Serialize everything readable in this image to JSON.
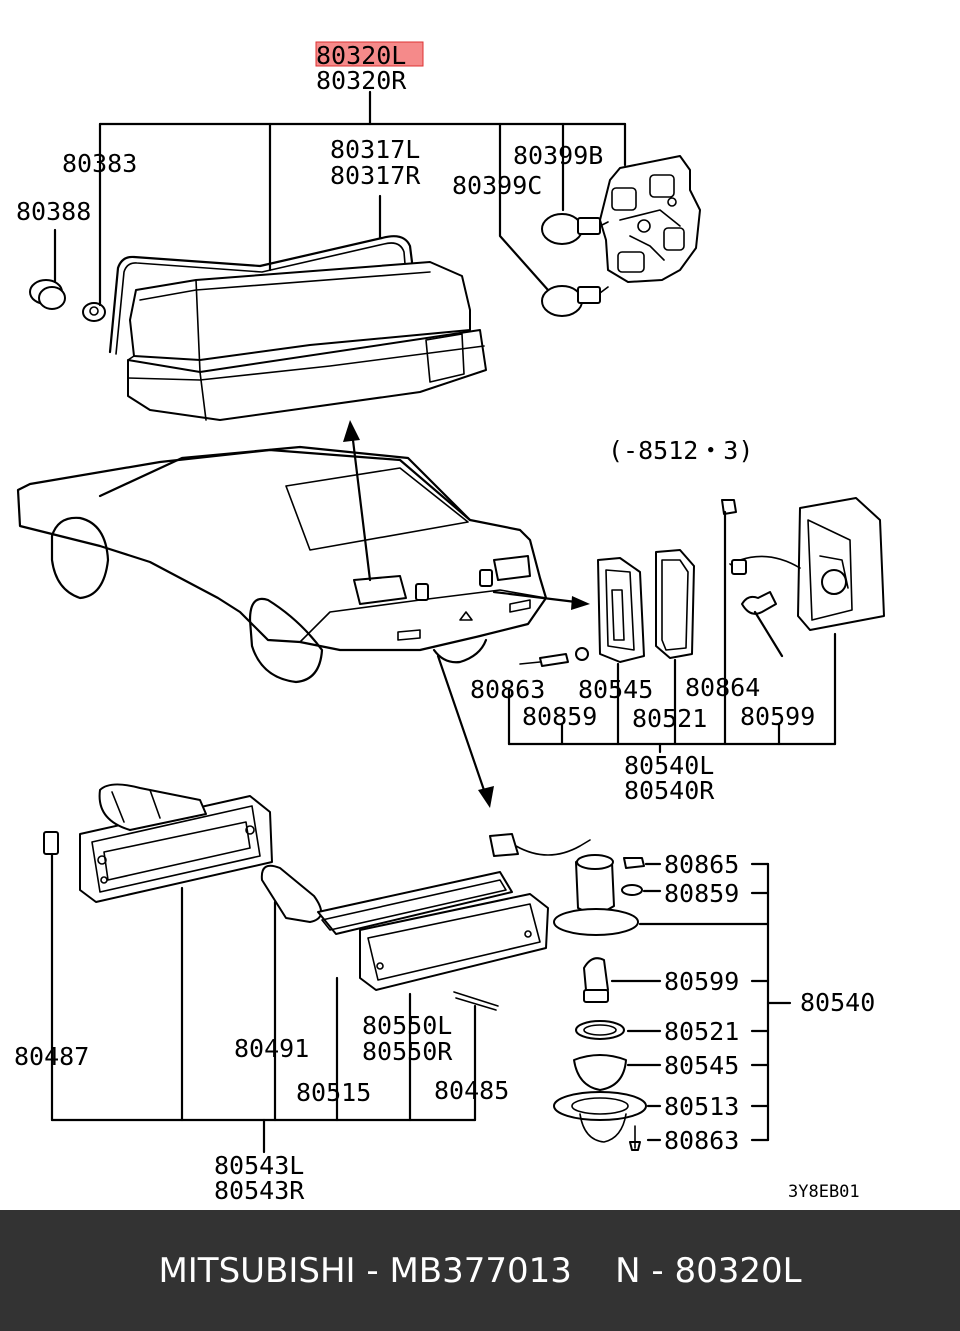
{
  "highlight_color": "#f58a8a",
  "footer": {
    "text": "MITSUBISHI - MB377013    N - 80320L",
    "background": "#333333"
  },
  "diagram": {
    "labels": {
      "p80320L": "80320L",
      "p80320R": "80320R",
      "p80383": "80383",
      "p80388": "80388",
      "p80317L": "80317L",
      "p80317R": "80317R",
      "p80399B": "80399B",
      "p80399C": "80399C",
      "date_note": "(-8512・3)",
      "p80863a": "80863",
      "p80545a": "80545",
      "p80864": "80864",
      "p80859a": "80859",
      "p80521a": "80521",
      "p80599a": "80599",
      "p80540L": "80540L",
      "p80540R": "80540R",
      "p80865": "80865",
      "p80859b": "80859",
      "p80599b": "80599",
      "p80540": "80540",
      "p80521b": "80521",
      "p80545b": "80545",
      "p80513": "80513",
      "p80863b": "80863",
      "p80487": "80487",
      "p80491": "80491",
      "p80550L": "80550L",
      "p80550R": "80550R",
      "p80515": "80515",
      "p80485": "80485",
      "p80543L": "80543L",
      "p80543R": "80543R",
      "code": "3Y8EB01"
    }
  }
}
